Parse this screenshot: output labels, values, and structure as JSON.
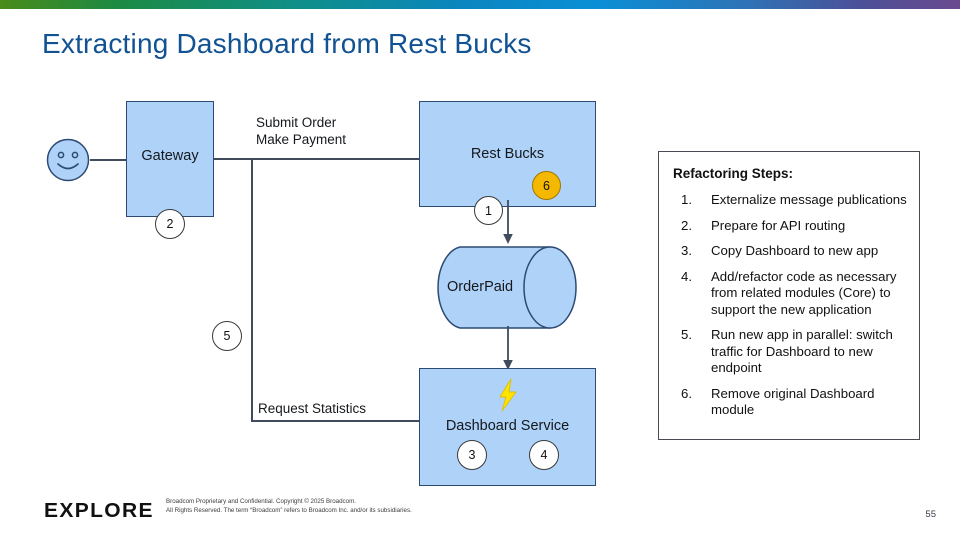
{
  "slide": {
    "title": "Extracting Dashboard from Rest Bucks",
    "page_number": "55",
    "accent_gradient": [
      "#4a8b19",
      "#0b86bf",
      "#6b4a8f"
    ],
    "node_fill": "#aed2f8",
    "node_stroke": "#2d4a73",
    "title_color": "#115293",
    "badge_highlight_color": "#f5b800"
  },
  "diagram": {
    "actor": {
      "name": "user-actor",
      "fill": "#aed2f8"
    },
    "nodes": [
      {
        "id": "gateway",
        "label": "Gateway"
      },
      {
        "id": "rest-bucks",
        "label": "Rest Bucks"
      },
      {
        "id": "order-paid",
        "label": "OrderPaid"
      },
      {
        "id": "dashboard-service",
        "label": "Dashboard Service"
      }
    ],
    "edge_labels": {
      "submit_order_line1": "Submit Order",
      "submit_order_line2": "Make Payment",
      "request_statistics": "Request Statistics"
    },
    "badges": [
      {
        "id": "badge-1",
        "value": "1",
        "style": "white"
      },
      {
        "id": "badge-2",
        "value": "2",
        "style": "white"
      },
      {
        "id": "badge-3",
        "value": "3",
        "style": "white"
      },
      {
        "id": "badge-4",
        "value": "4",
        "style": "white"
      },
      {
        "id": "badge-5",
        "value": "5",
        "style": "white"
      },
      {
        "id": "badge-6",
        "value": "6",
        "style": "yellow"
      }
    ]
  },
  "steps_panel": {
    "heading": "Refactoring Steps:",
    "items": [
      {
        "num": "1.",
        "text": "Externalize message publications"
      },
      {
        "num": "2.",
        "text": "Prepare for API routing"
      },
      {
        "num": "3.",
        "text": "Copy Dashboard to new app"
      },
      {
        "num": "4.",
        "text": "Add/refactor code as necessary from related modules (Core) to support the new application"
      },
      {
        "num": "5.",
        "text": "Run new app in parallel: switch traffic for Dashboard to new endpoint"
      },
      {
        "num": "6.",
        "text": "Remove original Dashboard module"
      }
    ]
  },
  "footer": {
    "logo": "EXPLORE",
    "legal": "Broadcom Proprietary and Confidential. Copyright © 2025 Broadcom.\nAll Rights Reserved. The term “Broadcom” refers to Broadcom Inc. and/or its subsidiaries."
  }
}
